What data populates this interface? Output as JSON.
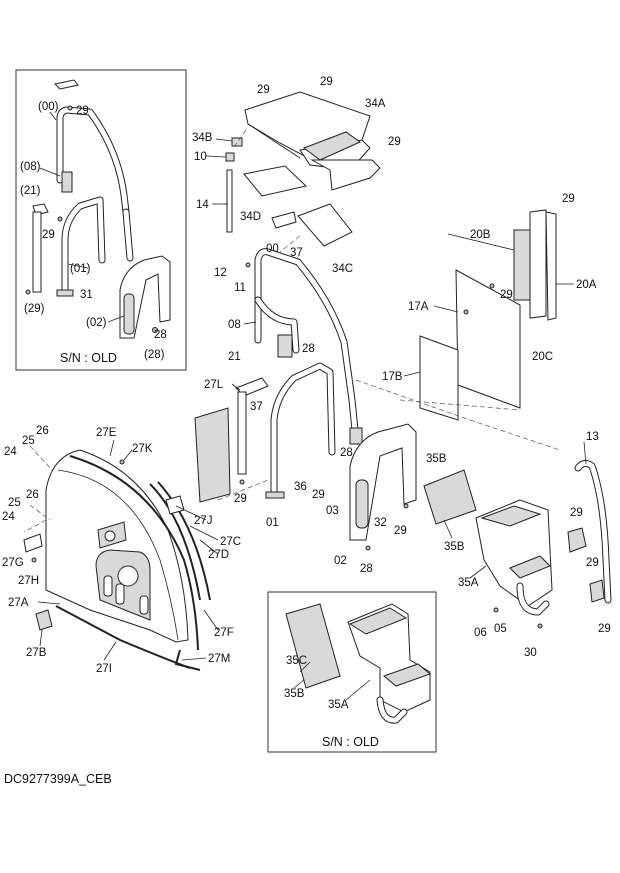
{
  "drawing_code": "DC9277399A_CEB",
  "inset_old_top": {
    "caption": "S/N : OLD"
  },
  "inset_old_bottom": {
    "caption": "S/N : OLD"
  },
  "labels": {
    "l00p": "(00)",
    "l29a": "29",
    "l08p": "(08)",
    "l21p": "(21)",
    "l29p1": "29",
    "l01p": "(01)",
    "l31": "31",
    "l29pp": "(29)",
    "l02p": "(02)",
    "l28a": "28",
    "l28p": "(28)",
    "l29b": "29",
    "l29c": "29",
    "l34A": "34A",
    "l34B": "34B",
    "l29d": "29",
    "l10": "10",
    "l14": "14",
    "l34D": "34D",
    "l00": "00",
    "l37a": "37",
    "l34C": "34C",
    "l29e": "29",
    "l20B": "20B",
    "l20A": "20A",
    "l29f": "29",
    "l20C": "20C",
    "l17A": "17A",
    "l17B": "17B",
    "l12": "12",
    "l11": "11",
    "l08": "08",
    "l28b": "28",
    "l21": "21",
    "l27L": "27L",
    "l37b": "37",
    "l13": "13",
    "l26a": "26",
    "l25a": "25",
    "l24a": "24",
    "l27E": "27E",
    "l27K": "27K",
    "l28c": "28",
    "l29g": "29",
    "l36": "36",
    "l29h": "29",
    "l03": "03",
    "l01": "01",
    "l35Ba": "35B",
    "l32": "32",
    "l29i": "29",
    "l02": "02",
    "l28d": "28",
    "l35Bb": "35B",
    "l35Aa": "35A",
    "l29j": "29",
    "l29k": "29",
    "l29l": "29",
    "l06": "06",
    "l05": "05",
    "l30": "30",
    "l25b": "25",
    "l26b": "26",
    "l24b": "24",
    "l27J": "27J",
    "l27C": "27C",
    "l27D": "27D",
    "l27G": "27G",
    "l27H": "27H",
    "l27A": "27A",
    "l27F": "27F",
    "l27B": "27B",
    "l27I": "27I",
    "l27M": "27M",
    "l35C": "35C",
    "l35Bc": "35B",
    "l35Ab": "35A"
  }
}
